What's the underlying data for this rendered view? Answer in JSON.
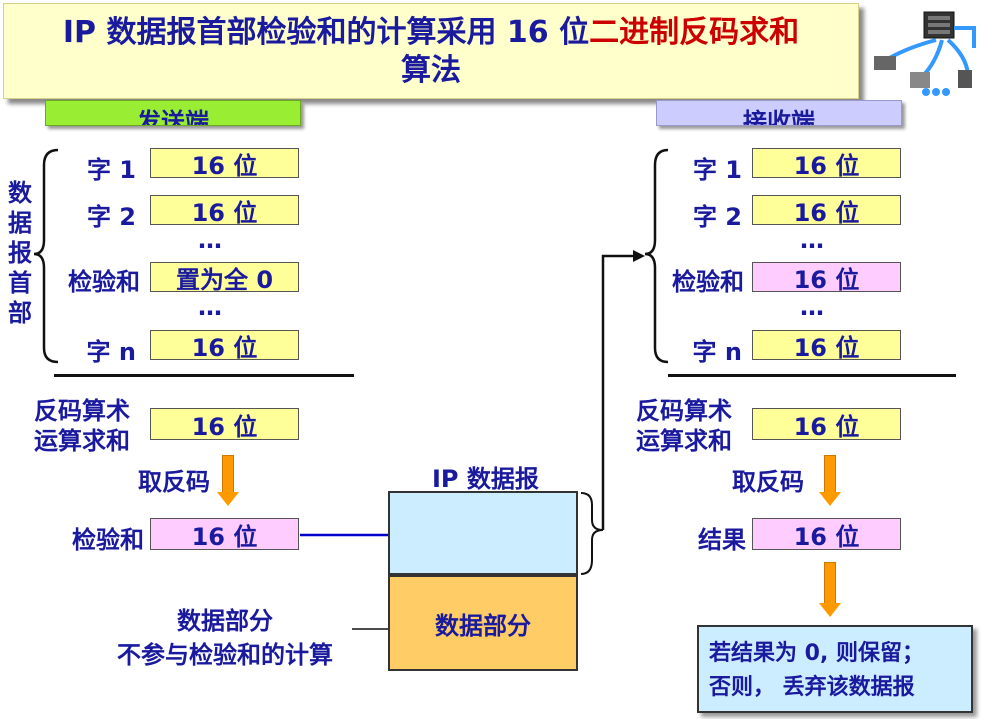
{
  "title": {
    "line1_prefix": "IP 数据报首部检验和的计算采用 16 位",
    "line1_highlight": "二进制反码求和",
    "line2": "算法"
  },
  "sender": {
    "header": "发送端",
    "side_label": [
      "数",
      "据",
      "报",
      "首",
      "部"
    ],
    "rows": [
      {
        "label": "字 1",
        "value": "16 位"
      },
      {
        "label": "字 2",
        "value": "16 位"
      },
      {
        "label": "检验和",
        "value": "置为全 0"
      },
      {
        "label": "字 n",
        "value": "16 位"
      }
    ],
    "dots": "…",
    "sum_label_1": "反码算术",
    "sum_label_2": "运算求和",
    "sum_value": "16 位",
    "complement_label": "取反码",
    "checksum_label": "检验和",
    "checksum_value": "16 位"
  },
  "receiver": {
    "header": "接收端",
    "rows": [
      {
        "label": "字 1",
        "value": "16 位"
      },
      {
        "label": "字 2",
        "value": "16 位"
      },
      {
        "label": "检验和",
        "value": "16 位"
      },
      {
        "label": "字 n",
        "value": "16 位"
      }
    ],
    "dots": "…",
    "sum_label_1": "反码算术",
    "sum_label_2": "运算求和",
    "sum_value": "16 位",
    "complement_label": "取反码",
    "result_label": "结果",
    "result_value": "16 位",
    "decision_line1": "若结果为 0, 则保留；",
    "decision_line2": "否则， 丢弃该数据报"
  },
  "datagram": {
    "label": "IP 数据报",
    "data_part": "数据部分",
    "note_line1": "数据部分",
    "note_line2": "不参与检验和的计算"
  },
  "colors": {
    "text": "#1a1a9e",
    "highlight": "#cc0000",
    "yellow_box": "#ffff99",
    "pink_box": "#ffccff",
    "arrow": "#ff9900",
    "header_box": "#ccecff",
    "data_box": "#ffcc66"
  }
}
